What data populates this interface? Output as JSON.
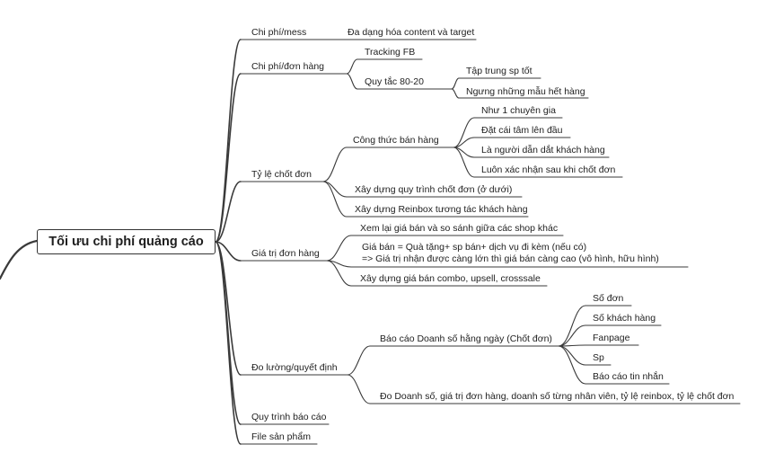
{
  "mindmap": {
    "root": {
      "label": "Tối ưu chi phí quảng cáo"
    },
    "colors": {
      "line": "#3a3a3a",
      "text": "#222222",
      "background": "#ffffff"
    },
    "branches": [
      {
        "label": "Chi phí/mess",
        "children": [
          {
            "label": "Đa dạng hóa content và target"
          }
        ]
      },
      {
        "label": "Chi phí/đơn hàng",
        "children": [
          {
            "label": "Tracking FB"
          },
          {
            "label": "Quy tắc 80-20",
            "children": [
              {
                "label": "Tập trung sp tốt"
              },
              {
                "label": "Ngưng những mẫu hết hàng"
              }
            ]
          }
        ]
      },
      {
        "label": "Tỷ lệ chốt đơn",
        "children": [
          {
            "label": "Công thức bán hàng",
            "children": [
              {
                "label": "Như 1 chuyên gia"
              },
              {
                "label": "Đặt cái tâm lên đầu"
              },
              {
                "label": "Là người dẫn dắt khách hàng"
              },
              {
                "label": "Luôn xác nhận sau khi chốt đơn"
              }
            ]
          },
          {
            "label": "Xây dựng quy trình chốt đơn (ở dưới)"
          },
          {
            "label": "Xây dựng Reinbox tương tác khách hàng"
          }
        ]
      },
      {
        "label": "Giá trị đơn hàng",
        "children": [
          {
            "label": "Xem lại giá bán và so sánh giữa các shop khác"
          },
          {
            "lines": [
              "Giá bán = Quà tặng+ sp bán+ dịch vụ đi kèm (nếu có)",
              " => Giá trị nhận được càng lớn thì giá bán càng cao (vô hình, hữu hình)"
            ]
          },
          {
            "label": "Xây dựng giá bán combo, upsell, crosssale"
          }
        ]
      },
      {
        "label": "Đo lường/quyết định",
        "children": [
          {
            "label": "Báo cáo Doanh số hằng ngày (Chốt đơn)",
            "children": [
              {
                "label": "Số đơn"
              },
              {
                "label": "Số khách hàng"
              },
              {
                "label": "Fanpage"
              },
              {
                "label": "Sp"
              },
              {
                "label": "Báo cáo tin nhắn"
              }
            ]
          },
          {
            "label": "Đo Doanh số, giá trị đơn hàng, doanh số từng nhân viên, tỷ lệ reinbox, tỷ lệ chốt đơn"
          }
        ]
      },
      {
        "label": "Quy trình báo cáo"
      },
      {
        "label": "File sản phẩm"
      }
    ]
  }
}
